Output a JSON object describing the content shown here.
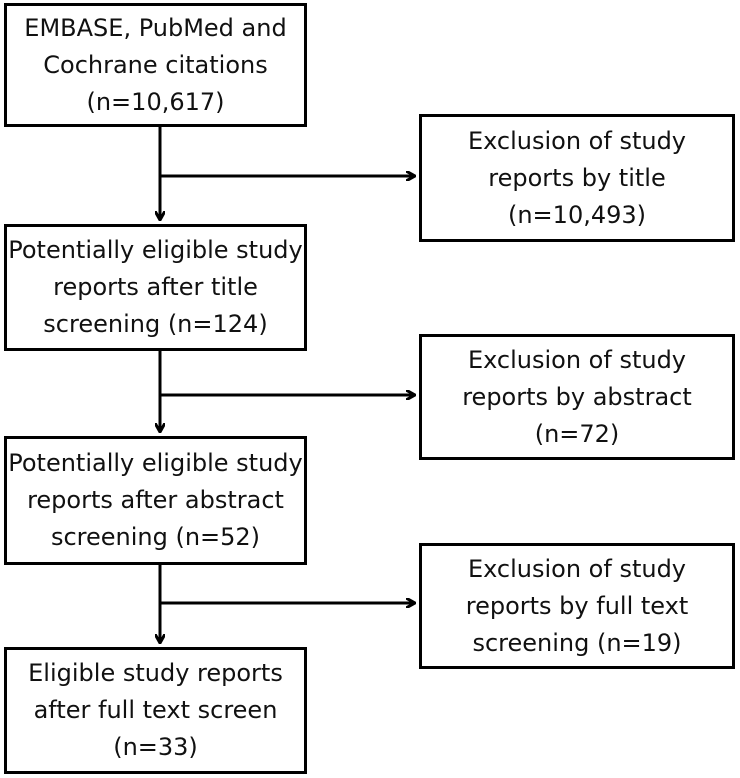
{
  "flowchart": {
    "nodes": [
      {
        "id": "citations",
        "lines": [
          "EMBASE, PubMed and",
          "Cochrane citations",
          "(n=10,617)"
        ]
      },
      {
        "id": "title_exclusion",
        "lines": [
          "Exclusion of study",
          "reports by title",
          "(n=10,493)"
        ]
      },
      {
        "id": "after_title",
        "lines": [
          "Potentially eligible study",
          "reports after title",
          "screening (n=124)"
        ]
      },
      {
        "id": "abstract_exclusion",
        "lines": [
          "Exclusion of study",
          "reports by abstract",
          "(n=72)"
        ]
      },
      {
        "id": "after_abstract",
        "lines": [
          "Potentially eligible study",
          "reports after abstract",
          "screening (n=52)"
        ]
      },
      {
        "id": "fulltext_exclusion",
        "lines": [
          "Exclusion of study",
          "reports by full text",
          "screening (n=19)"
        ]
      },
      {
        "id": "eligible",
        "lines": [
          "Eligible study reports",
          "after full text screen",
          "(n=33)"
        ]
      }
    ],
    "edges": [
      {
        "from": "citations",
        "to": "after_title"
      },
      {
        "from": "citations",
        "to": "title_exclusion"
      },
      {
        "from": "after_title",
        "to": "after_abstract"
      },
      {
        "from": "after_title",
        "to": "abstract_exclusion"
      },
      {
        "from": "after_abstract",
        "to": "eligible"
      },
      {
        "from": "after_abstract",
        "to": "fulltext_exclusion"
      }
    ]
  }
}
